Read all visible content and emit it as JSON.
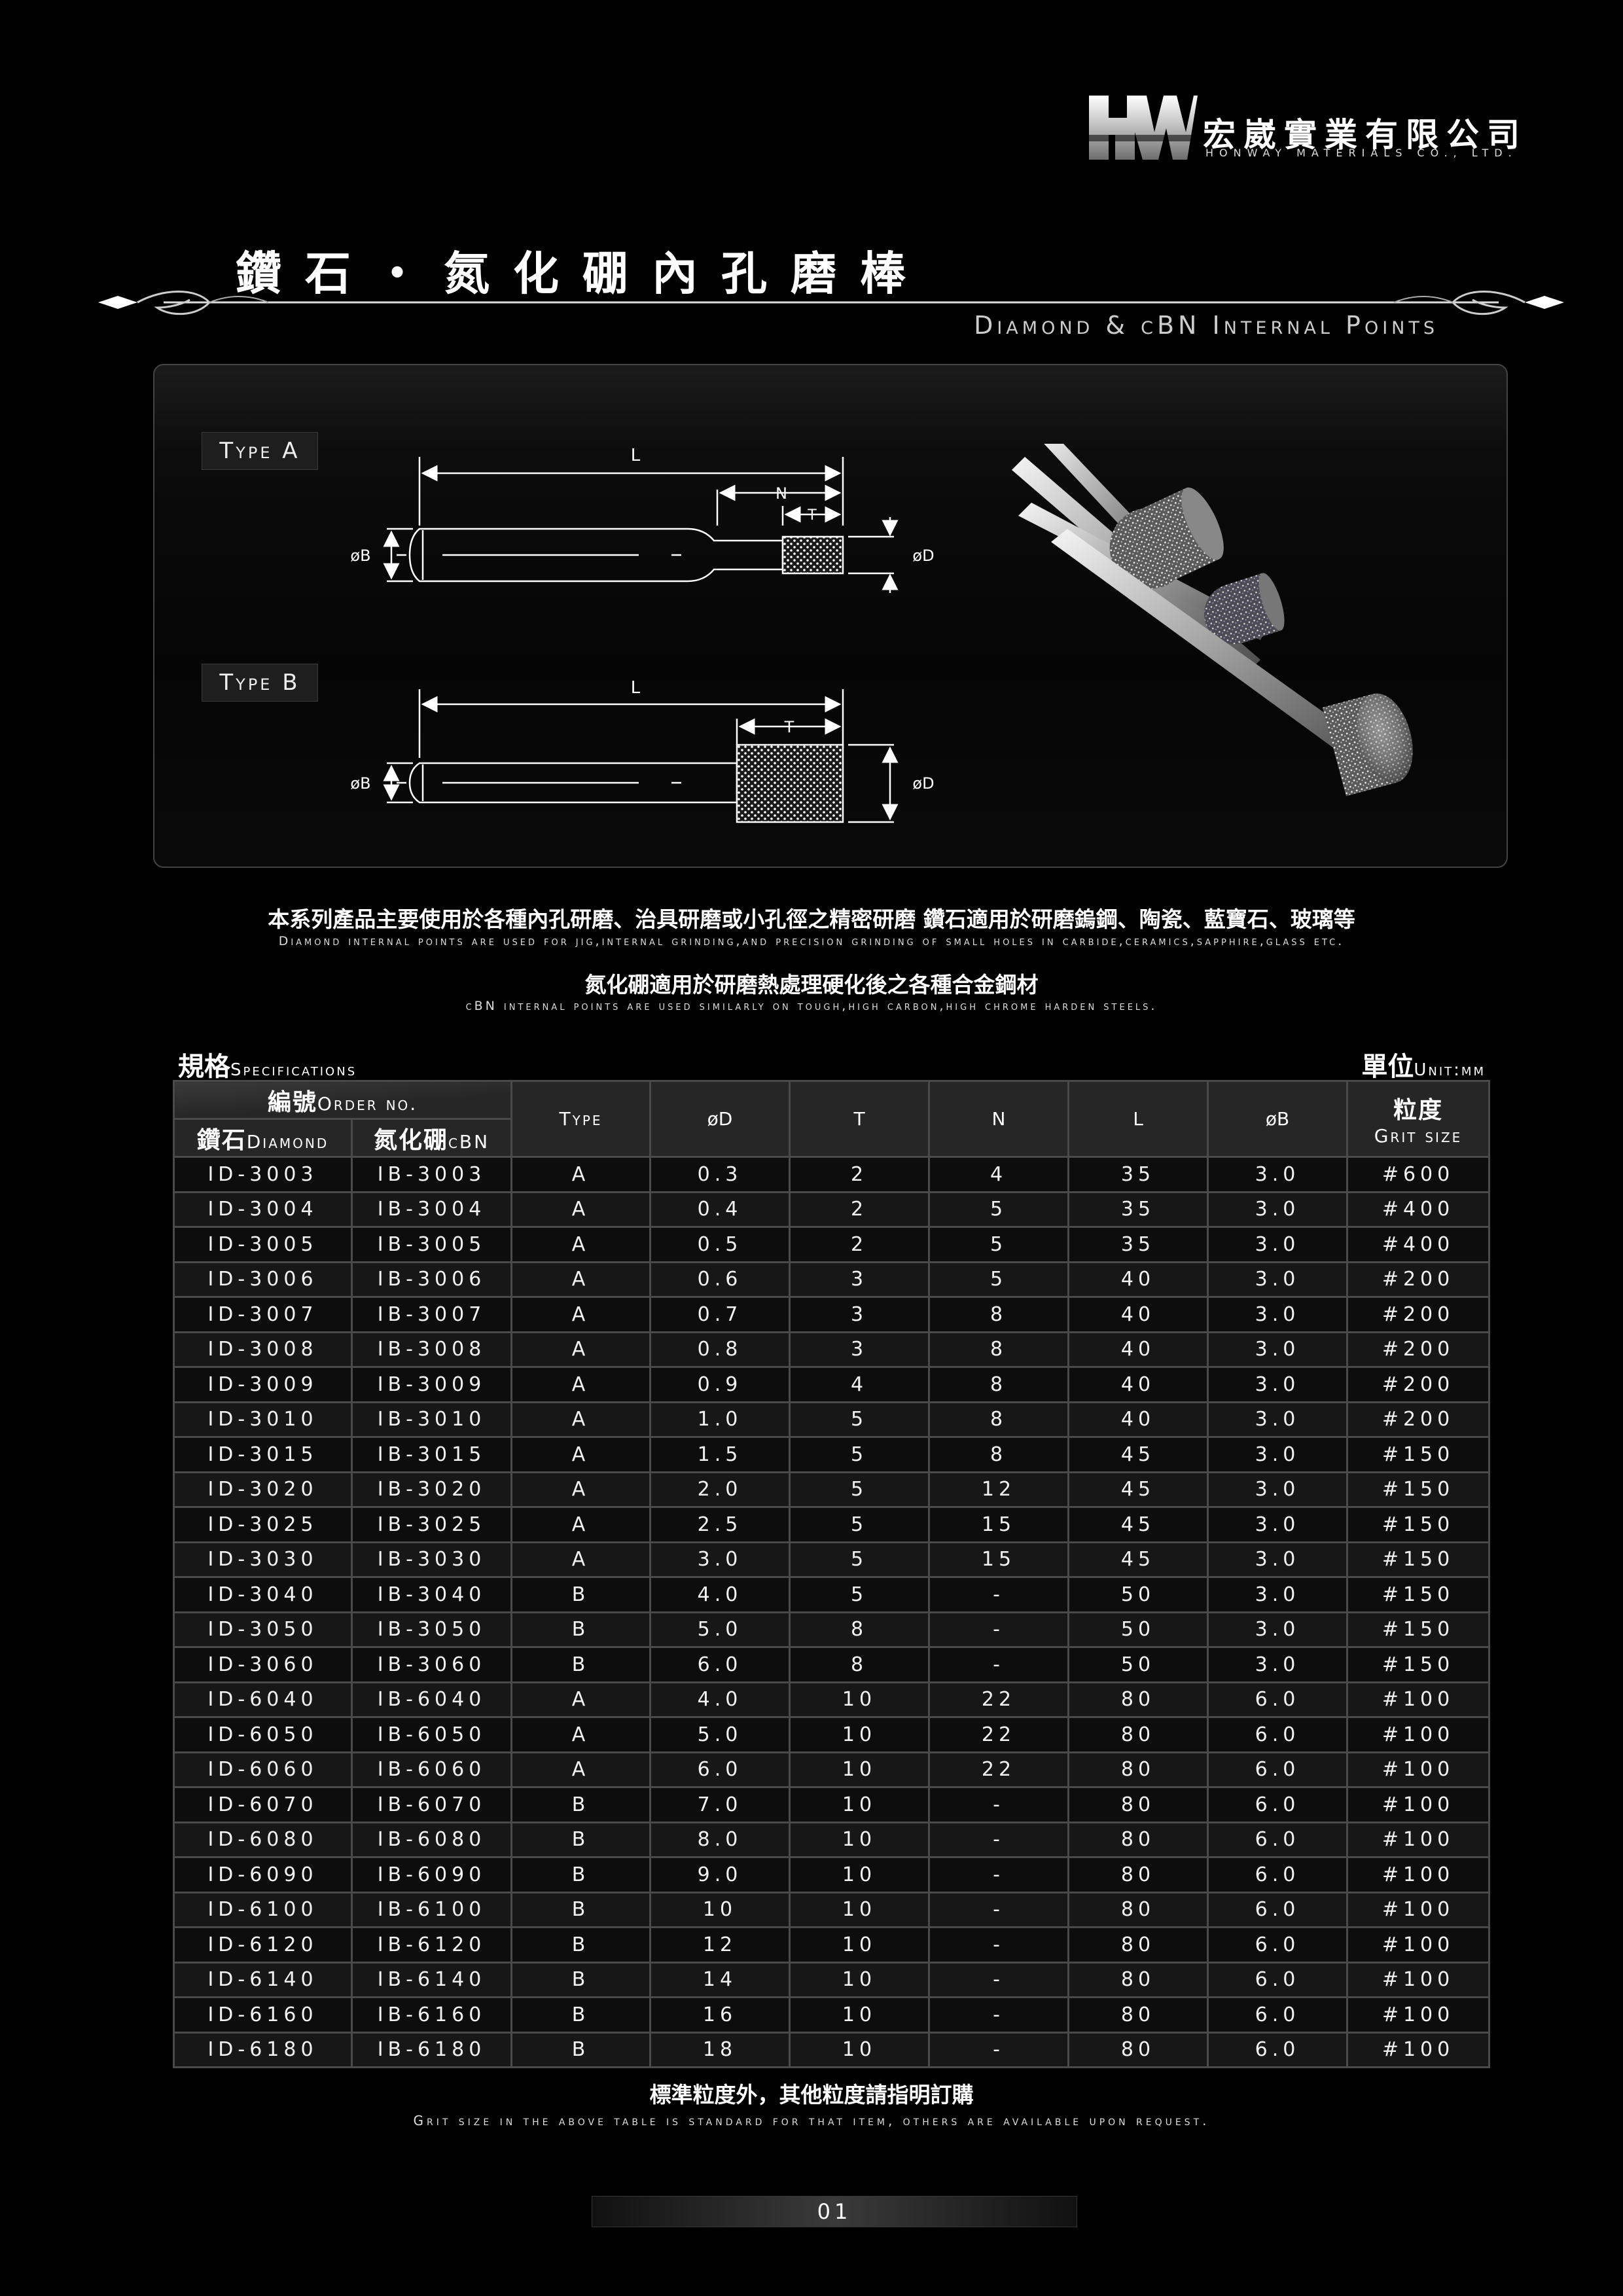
{
  "brand": {
    "logo_letters": "HW",
    "company_zh": "宏崴實業有限公司",
    "company_en": "HONWAY MATERIALS CO., LTD."
  },
  "title": {
    "zh": "鑽石・氮化硼內孔磨棒",
    "en": "Diamond & cBN Internal Points"
  },
  "diagram": {
    "type_a": {
      "label": "Type A",
      "dims": {
        "L": "L",
        "N": "N",
        "T": "T",
        "B": "øB",
        "D": "øD"
      }
    },
    "type_b": {
      "label": "Type B",
      "dims": {
        "L": "L",
        "T": "T",
        "B": "øB",
        "D": "øD"
      }
    }
  },
  "description": {
    "zh_1": "本系列產品主要使用於各種內孔研磨、治具研磨或小孔徑之精密研磨  鑽石適用於研磨鎢鋼、陶瓷、藍寶石、玻璃等",
    "en_1": "Diamond internal points are used for jig,internal grinding,and precision grinding of small holes in carbide,ceramics,sapphire,glass etc.",
    "zh_2": "氮化硼適用於研磨熱處理硬化後之各種合金鋼材",
    "en_2": "cBN internal points are used similarly on tough,high carbon,high chrome harden steels."
  },
  "spec": {
    "title_zh": "規格",
    "title_en": "Specifications",
    "unit_zh": "單位",
    "unit_en": "Unit:mm"
  },
  "table": {
    "order_zh": "編號",
    "order_en": "Order no.",
    "diamond_zh": "鑽石",
    "diamond_en": "Diamond",
    "cbn_zh": "氮化硼",
    "cbn_en": "cBN",
    "col_type": "Type",
    "col_d": "øD",
    "col_t": "T",
    "col_n": "N",
    "col_l": "L",
    "col_b": "øB",
    "grit_zh": "粒度",
    "grit_en": "Grit size",
    "rows": [
      [
        "ID-3003",
        "IB-3003",
        "A",
        "0.3",
        "2",
        "4",
        "35",
        "3.0",
        "#600"
      ],
      [
        "ID-3004",
        "IB-3004",
        "A",
        "0.4",
        "2",
        "5",
        "35",
        "3.0",
        "#400"
      ],
      [
        "ID-3005",
        "IB-3005",
        "A",
        "0.5",
        "2",
        "5",
        "35",
        "3.0",
        "#400"
      ],
      [
        "ID-3006",
        "IB-3006",
        "A",
        "0.6",
        "3",
        "5",
        "40",
        "3.0",
        "#200"
      ],
      [
        "ID-3007",
        "IB-3007",
        "A",
        "0.7",
        "3",
        "8",
        "40",
        "3.0",
        "#200"
      ],
      [
        "ID-3008",
        "IB-3008",
        "A",
        "0.8",
        "3",
        "8",
        "40",
        "3.0",
        "#200"
      ],
      [
        "ID-3009",
        "IB-3009",
        "A",
        "0.9",
        "4",
        "8",
        "40",
        "3.0",
        "#200"
      ],
      [
        "ID-3010",
        "IB-3010",
        "A",
        "1.0",
        "5",
        "8",
        "40",
        "3.0",
        "#200"
      ],
      [
        "ID-3015",
        "IB-3015",
        "A",
        "1.5",
        "5",
        "8",
        "45",
        "3.0",
        "#150"
      ],
      [
        "ID-3020",
        "IB-3020",
        "A",
        "2.0",
        "5",
        "12",
        "45",
        "3.0",
        "#150"
      ],
      [
        "ID-3025",
        "IB-3025",
        "A",
        "2.5",
        "5",
        "15",
        "45",
        "3.0",
        "#150"
      ],
      [
        "ID-3030",
        "IB-3030",
        "A",
        "3.0",
        "5",
        "15",
        "45",
        "3.0",
        "#150"
      ],
      [
        "ID-3040",
        "IB-3040",
        "B",
        "4.0",
        "5",
        "-",
        "50",
        "3.0",
        "#150"
      ],
      [
        "ID-3050",
        "IB-3050",
        "B",
        "5.0",
        "8",
        "-",
        "50",
        "3.0",
        "#150"
      ],
      [
        "ID-3060",
        "IB-3060",
        "B",
        "6.0",
        "8",
        "-",
        "50",
        "3.0",
        "#150"
      ],
      [
        "ID-6040",
        "IB-6040",
        "A",
        "4.0",
        "10",
        "22",
        "80",
        "6.0",
        "#100"
      ],
      [
        "ID-6050",
        "IB-6050",
        "A",
        "5.0",
        "10",
        "22",
        "80",
        "6.0",
        "#100"
      ],
      [
        "ID-6060",
        "IB-6060",
        "A",
        "6.0",
        "10",
        "22",
        "80",
        "6.0",
        "#100"
      ],
      [
        "ID-6070",
        "IB-6070",
        "B",
        "7.0",
        "10",
        "-",
        "80",
        "6.0",
        "#100"
      ],
      [
        "ID-6080",
        "IB-6080",
        "B",
        "8.0",
        "10",
        "-",
        "80",
        "6.0",
        "#100"
      ],
      [
        "ID-6090",
        "IB-6090",
        "B",
        "9.0",
        "10",
        "-",
        "80",
        "6.0",
        "#100"
      ],
      [
        "ID-6100",
        "IB-6100",
        "B",
        "10",
        "10",
        "-",
        "80",
        "6.0",
        "#100"
      ],
      [
        "ID-6120",
        "IB-6120",
        "B",
        "12",
        "10",
        "-",
        "80",
        "6.0",
        "#100"
      ],
      [
        "ID-6140",
        "IB-6140",
        "B",
        "14",
        "10",
        "-",
        "80",
        "6.0",
        "#100"
      ],
      [
        "ID-6160",
        "IB-6160",
        "B",
        "16",
        "10",
        "-",
        "80",
        "6.0",
        "#100"
      ],
      [
        "ID-6180",
        "IB-6180",
        "B",
        "18",
        "10",
        "-",
        "80",
        "6.0",
        "#100"
      ]
    ]
  },
  "footer": {
    "note_zh": "標準粒度外，其他粒度請指明訂購",
    "note_en": "Grit size in the above table is standard for that item, others are available upon request.",
    "page": "01"
  }
}
